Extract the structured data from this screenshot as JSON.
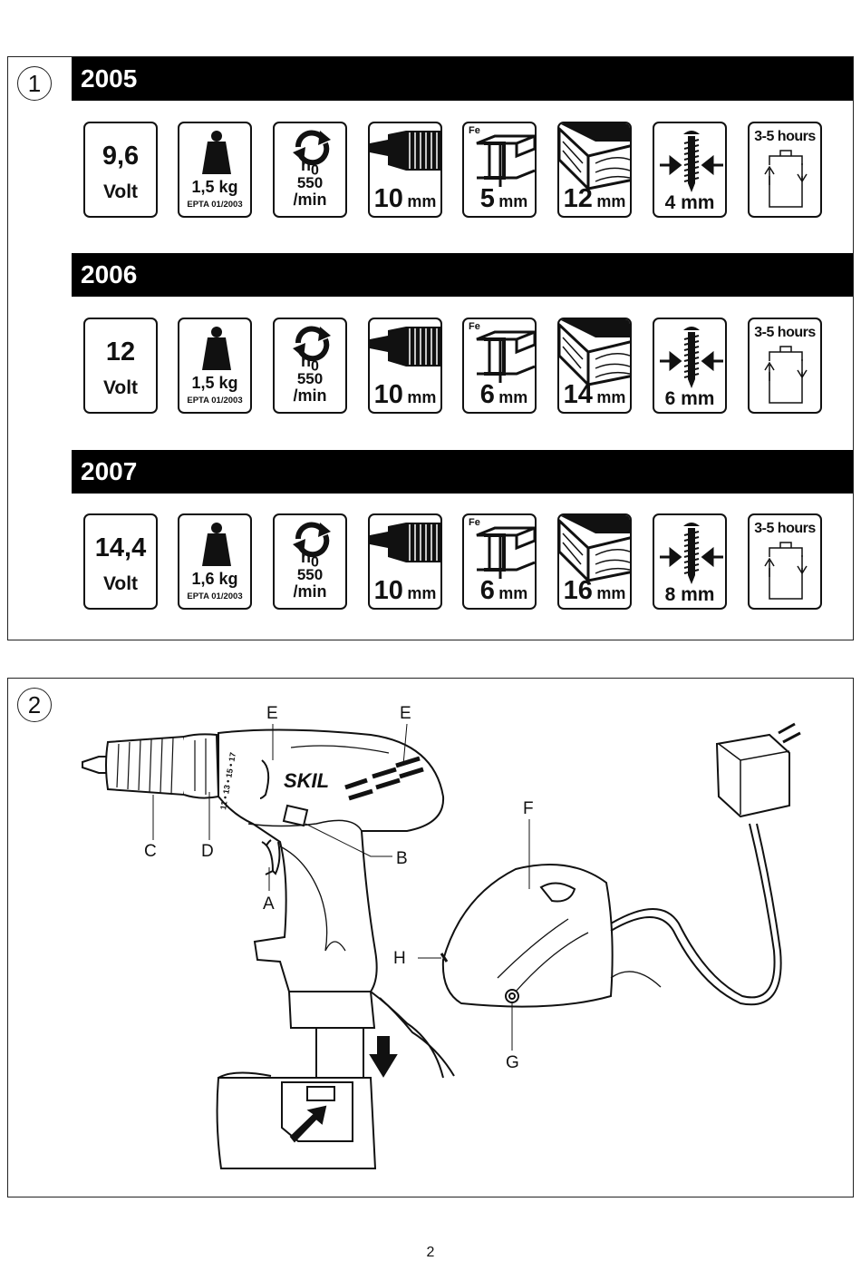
{
  "figure1": {
    "number": "1",
    "models": [
      {
        "model": "2005",
        "voltage": "9,6",
        "voltage_unit": "Volt",
        "weight": "1,5 kg",
        "weight_standard": "EPTA 01/2003",
        "speed_symbol": "n",
        "speed_subscript": "0",
        "speed_value": "550",
        "speed_unit": "/min",
        "chuck": "10",
        "steel": "5",
        "wood": "12",
        "screw": "4 mm",
        "mm_unit": "mm",
        "charge_time": "3-5 hours",
        "fe_label": "Fe"
      },
      {
        "model": "2006",
        "voltage": "12",
        "voltage_unit": "Volt",
        "weight": "1,5 kg",
        "weight_standard": "EPTA 01/2003",
        "speed_symbol": "n",
        "speed_subscript": "0",
        "speed_value": "550",
        "speed_unit": "/min",
        "chuck": "10",
        "steel": "6",
        "wood": "14",
        "screw": "6 mm",
        "mm_unit": "mm",
        "charge_time": "3-5 hours",
        "fe_label": "Fe"
      },
      {
        "model": "2007",
        "voltage": "14,4",
        "voltage_unit": "Volt",
        "weight": "1,6 kg",
        "weight_standard": "EPTA 01/2003",
        "speed_symbol": "n",
        "speed_subscript": "0",
        "speed_value": "550",
        "speed_unit": "/min",
        "chuck": "10",
        "steel": "6",
        "wood": "16",
        "screw": "8 mm",
        "mm_unit": "mm",
        "charge_time": "3-5 hours",
        "fe_label": "Fe"
      }
    ]
  },
  "figure2": {
    "number": "2",
    "brand": "SKIL",
    "torque_scale": "11 • 13 • 15 • 17",
    "labels": {
      "a": "A",
      "b": "B",
      "c": "C",
      "d": "D",
      "e1": "E",
      "e2": "E",
      "f": "F",
      "g": "G",
      "h": "H"
    }
  },
  "page_number": "2"
}
